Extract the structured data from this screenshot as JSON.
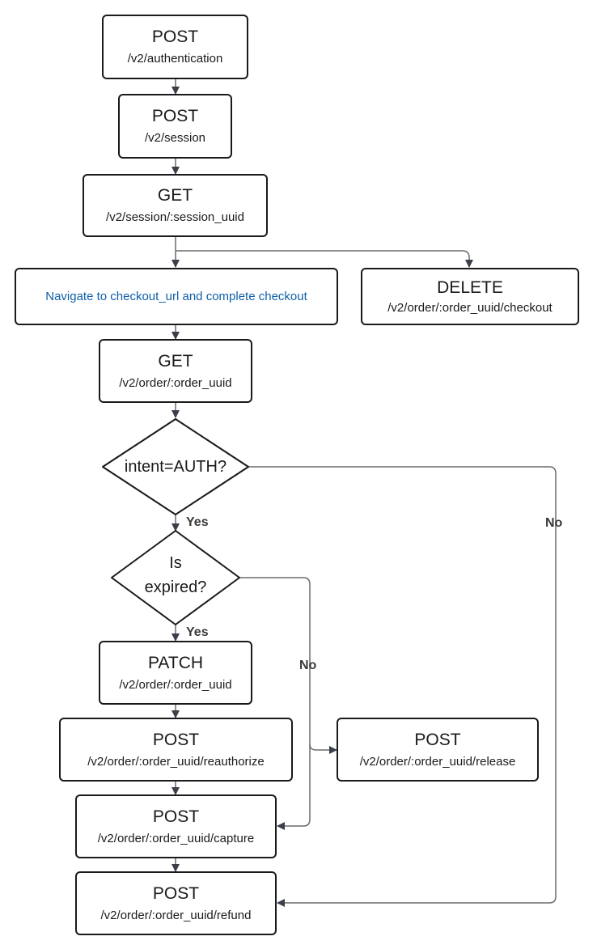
{
  "nodes": {
    "auth": {
      "method": "POST",
      "path": "/v2/authentication"
    },
    "session": {
      "method": "POST",
      "path": "/v2/session"
    },
    "get_session": {
      "method": "GET",
      "path": "/v2/session/:session_uuid"
    },
    "checkout_note": {
      "text": "Navigate to checkout_url and complete checkout"
    },
    "delete_checkout": {
      "method": "DELETE",
      "path": "/v2/order/:order_uuid/checkout"
    },
    "get_order": {
      "method": "GET",
      "path": "/v2/order/:order_uuid"
    },
    "patch_order": {
      "method": "PATCH",
      "path": "/v2/order/:order_uuid"
    },
    "reauthorize": {
      "method": "POST",
      "path": "/v2/order/:order_uuid/reauthorize"
    },
    "release": {
      "method": "POST",
      "path": "/v2/order/:order_uuid/release"
    },
    "capture": {
      "method": "POST",
      "path": "/v2/order/:order_uuid/capture"
    },
    "refund": {
      "method": "POST",
      "path": "/v2/order/:order_uuid/refund"
    }
  },
  "decisions": {
    "intent": {
      "text": "intent=AUTH?"
    },
    "expired": {
      "line1": "Is",
      "line2": "expired?"
    }
  },
  "edge_labels": {
    "intent_yes": "Yes",
    "intent_no": "No",
    "expired_yes": "Yes",
    "expired_no": "No"
  },
  "colors": {
    "stroke": "#1a1a1a",
    "connector": "#6b6b6b",
    "arrowhead": "#3a3f4a",
    "note_text": "#0f5fa8"
  }
}
